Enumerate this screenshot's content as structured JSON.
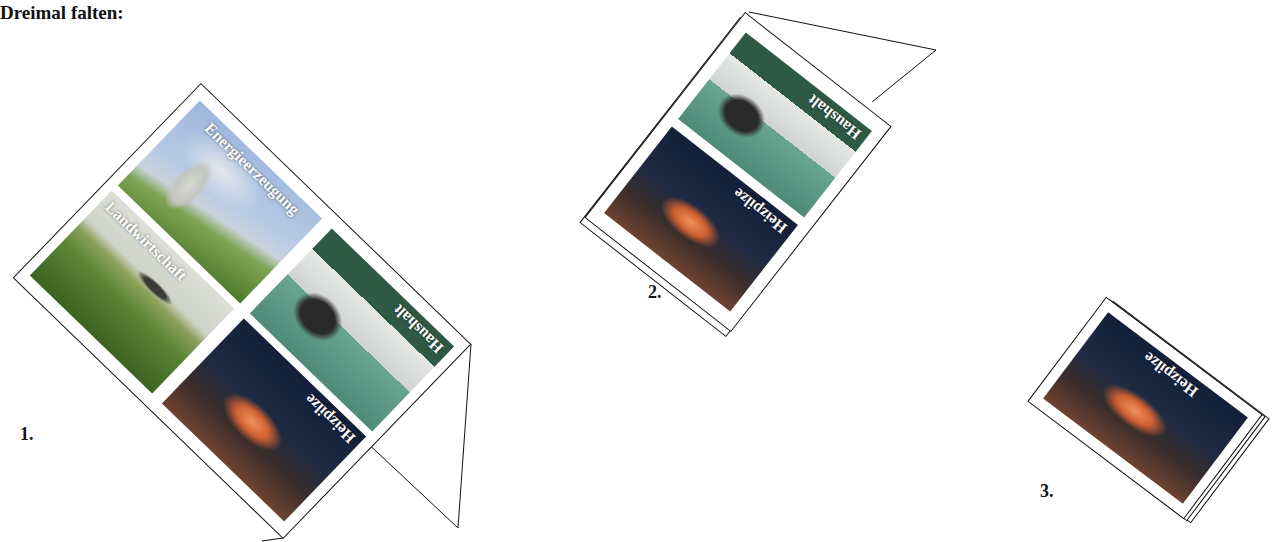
{
  "diagram": {
    "title": "Dreimal falten:",
    "nodes": [
      {
        "text": [
          "Energieerzeugung"
        ]
      },
      {
        "text": [
          "Landwirtschaft"
        ]
      },
      {
        "text": [
          "Haushalt"
        ]
      },
      {
        "text": [
          "Heizpilze"
        ]
      },
      {
        "text": [
          "Haushalt"
        ]
      },
      {
        "text": [
          "Heizpilze"
        ]
      },
      {
        "text": [
          "Heizpilze"
        ]
      }
    ],
    "labels": [
      "1.",
      "2.",
      "3."
    ]
  }
}
